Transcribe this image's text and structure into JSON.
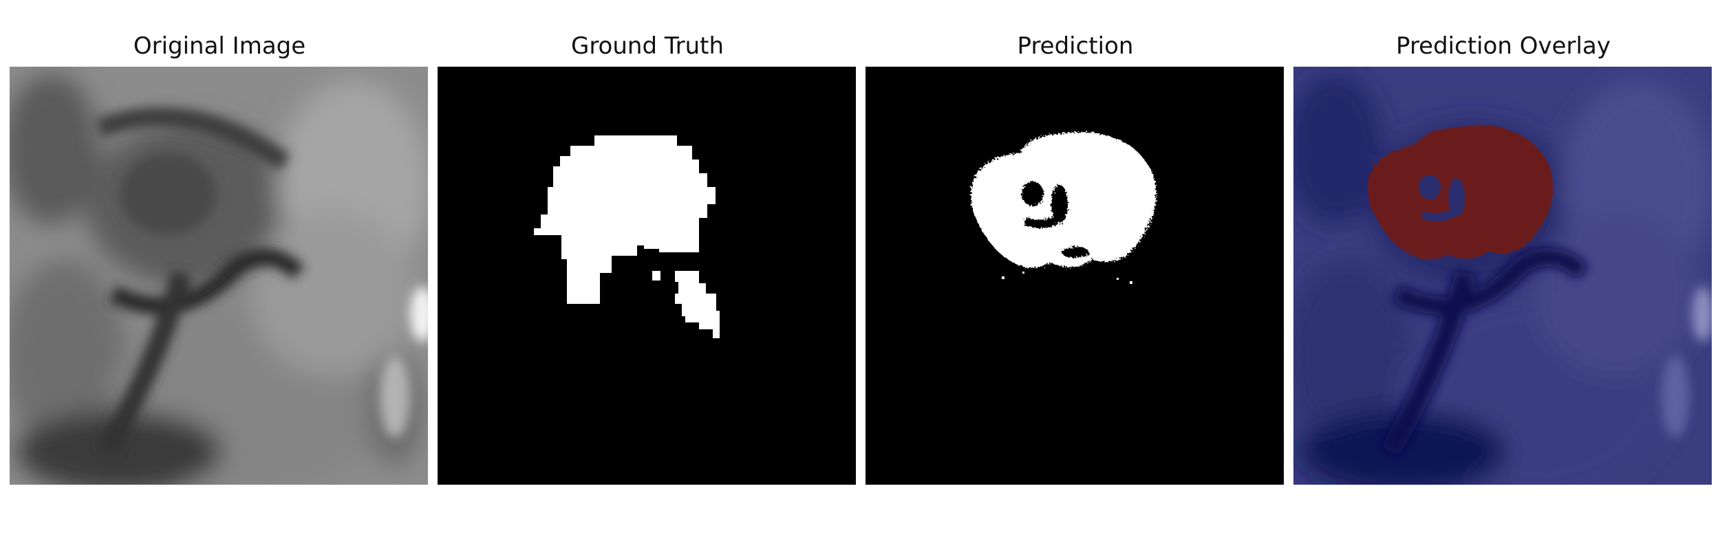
{
  "panels": [
    {
      "title": "Original Image"
    },
    {
      "title": "Ground Truth"
    },
    {
      "title": "Prediction"
    },
    {
      "title": "Prediction Overlay"
    }
  ],
  "colors": {
    "background": "#ffffff",
    "mask_foreground": "#ffffff",
    "mask_background": "#000000",
    "overlay_base": "#0c0f55",
    "overlay_region": "#6b1d1d"
  }
}
